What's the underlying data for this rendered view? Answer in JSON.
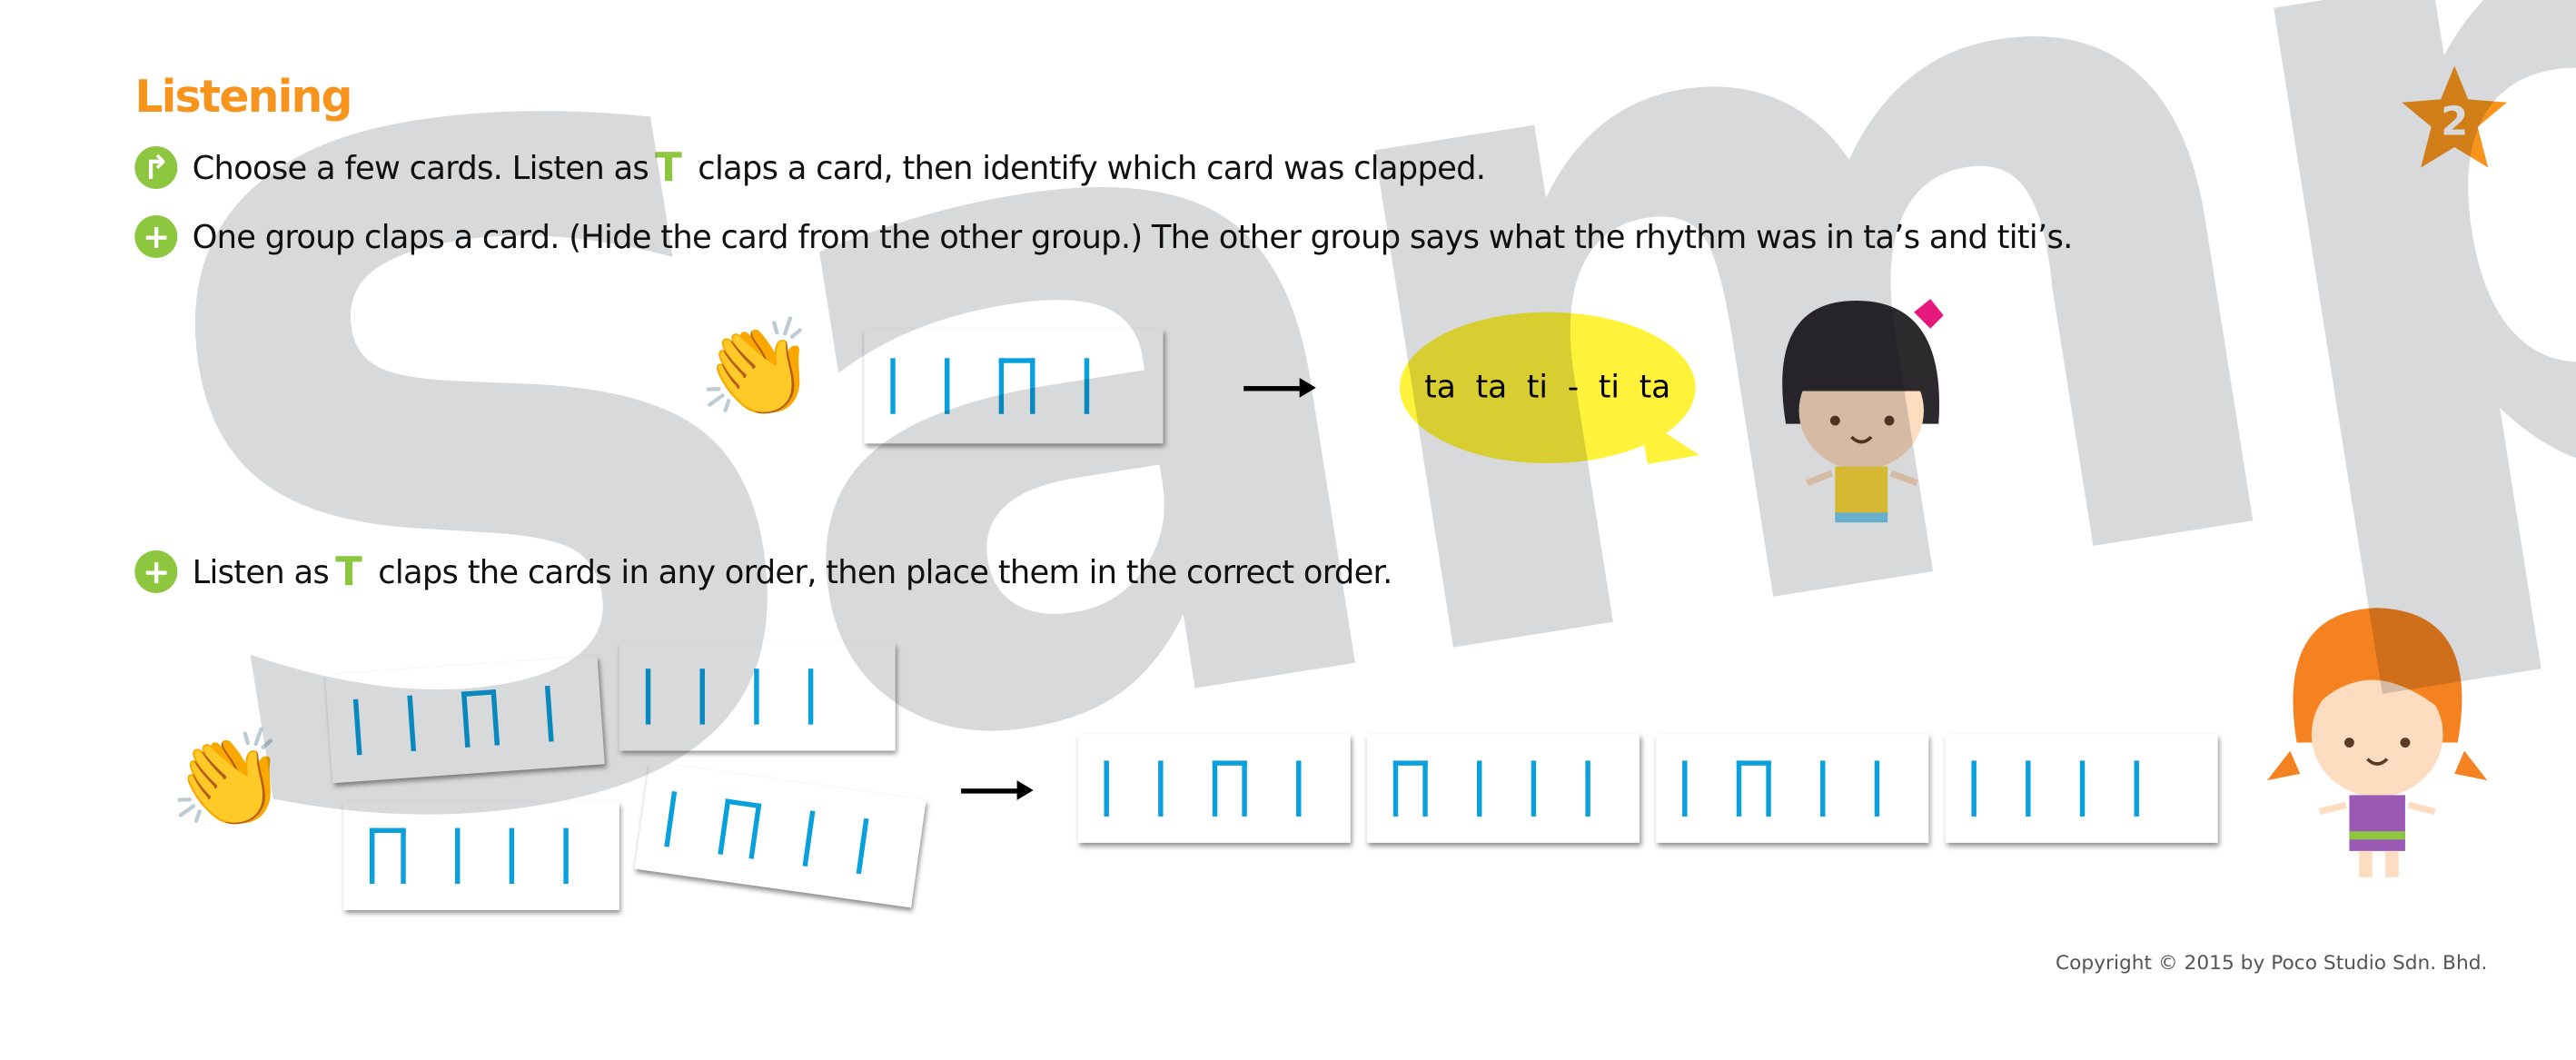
{
  "section_title": "Listening",
  "page_badge": "2",
  "teacher_symbol": "T",
  "instructions": [
    {
      "icon": "arrow-turn-icon",
      "before": "Choose a few cards. Listen as",
      "after": "claps a card, then identify which card was clapped."
    },
    {
      "icon": "plus-icon",
      "text": "One group claps a card. (Hide the card from the other group.) The other group says what the rhythm was in ta’s and titi’s."
    },
    {
      "icon": "plus-icon",
      "before": "Listen as",
      "after": "claps the cards in any order, then place them in the correct order."
    }
  ],
  "example_card": [
    "ta",
    "ta",
    "titi",
    "ta"
  ],
  "speech_bubble": "ta  ta  ti - ti  ta",
  "scattered_cards": [
    [
      "ta",
      "ta",
      "titi",
      "ta"
    ],
    [
      "ta",
      "ta",
      "ta",
      "ta"
    ],
    [
      "titi",
      "ta",
      "ta",
      "ta"
    ],
    [
      "ta",
      "titi",
      "ta",
      "ta"
    ]
  ],
  "ordered_cards": [
    [
      "ta",
      "ta",
      "titi",
      "ta"
    ],
    [
      "titi",
      "ta",
      "ta",
      "ta"
    ],
    [
      "ta",
      "titi",
      "ta",
      "ta"
    ],
    [
      "ta",
      "ta",
      "ta",
      "ta"
    ]
  ],
  "watermark": "Sample",
  "copyright": "Copyright © 2015 by Poco Studio Sdn. Bhd.",
  "colors": {
    "accent": "#f7941d",
    "green": "#8dc63f",
    "rhythm": "#0aa0dc",
    "bubble": "#fff23a"
  }
}
